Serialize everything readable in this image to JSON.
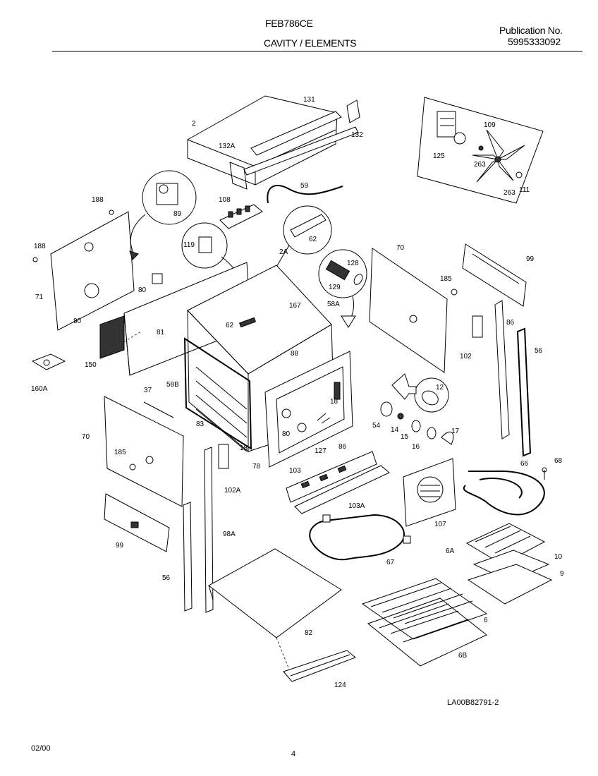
{
  "header": {
    "model": "FEB786CE",
    "section": "CAVITY / ELEMENTS",
    "publication_label": "Publication No.",
    "publication_number": "5995333092"
  },
  "diagram_ref": "LA00B82791-2",
  "footer": {
    "date": "02/00",
    "page": "4"
  },
  "callouts": {
    "c2": "2",
    "c131": "131",
    "c132": "132",
    "c132A": "132A",
    "c59": "59",
    "c125": "125",
    "c109": "109",
    "c263a": "263",
    "c263b": "263",
    "c111": "111",
    "c188a": "188",
    "c188b": "188",
    "c89": "89",
    "c108": "108",
    "c62a": "62",
    "c119": "119",
    "c2A": "2A",
    "c128": "128",
    "c129": "129",
    "c70a": "70",
    "c185a": "185",
    "c99a": "99",
    "c71": "71",
    "c80a": "80",
    "c80b": "80",
    "c81": "81",
    "c167": "167",
    "c58A": "58A",
    "c62b": "62",
    "c88": "88",
    "c86a": "86",
    "c102": "102",
    "c56a": "56",
    "c150": "150",
    "c160A": "160A",
    "c58B": "58B",
    "c12": "12",
    "c37": "37",
    "c18a": "18",
    "c54": "54",
    "c14": "14",
    "c17": "17",
    "c15": "15",
    "c16": "16",
    "c70b": "70",
    "c83": "83",
    "c18b": "18",
    "c80c": "80",
    "c127": "127",
    "c185b": "185",
    "c78": "78",
    "c86b": "86",
    "c102A": "102A",
    "c103": "103",
    "c66": "66",
    "c68": "68",
    "c103A": "103A",
    "c107": "107",
    "c99b": "99",
    "c98A": "98A",
    "c67": "67",
    "c6A": "6A",
    "c10": "10",
    "c9": "9",
    "c56b": "56",
    "c82": "82",
    "c6": "6",
    "c6B": "6B",
    "c124": "124"
  }
}
